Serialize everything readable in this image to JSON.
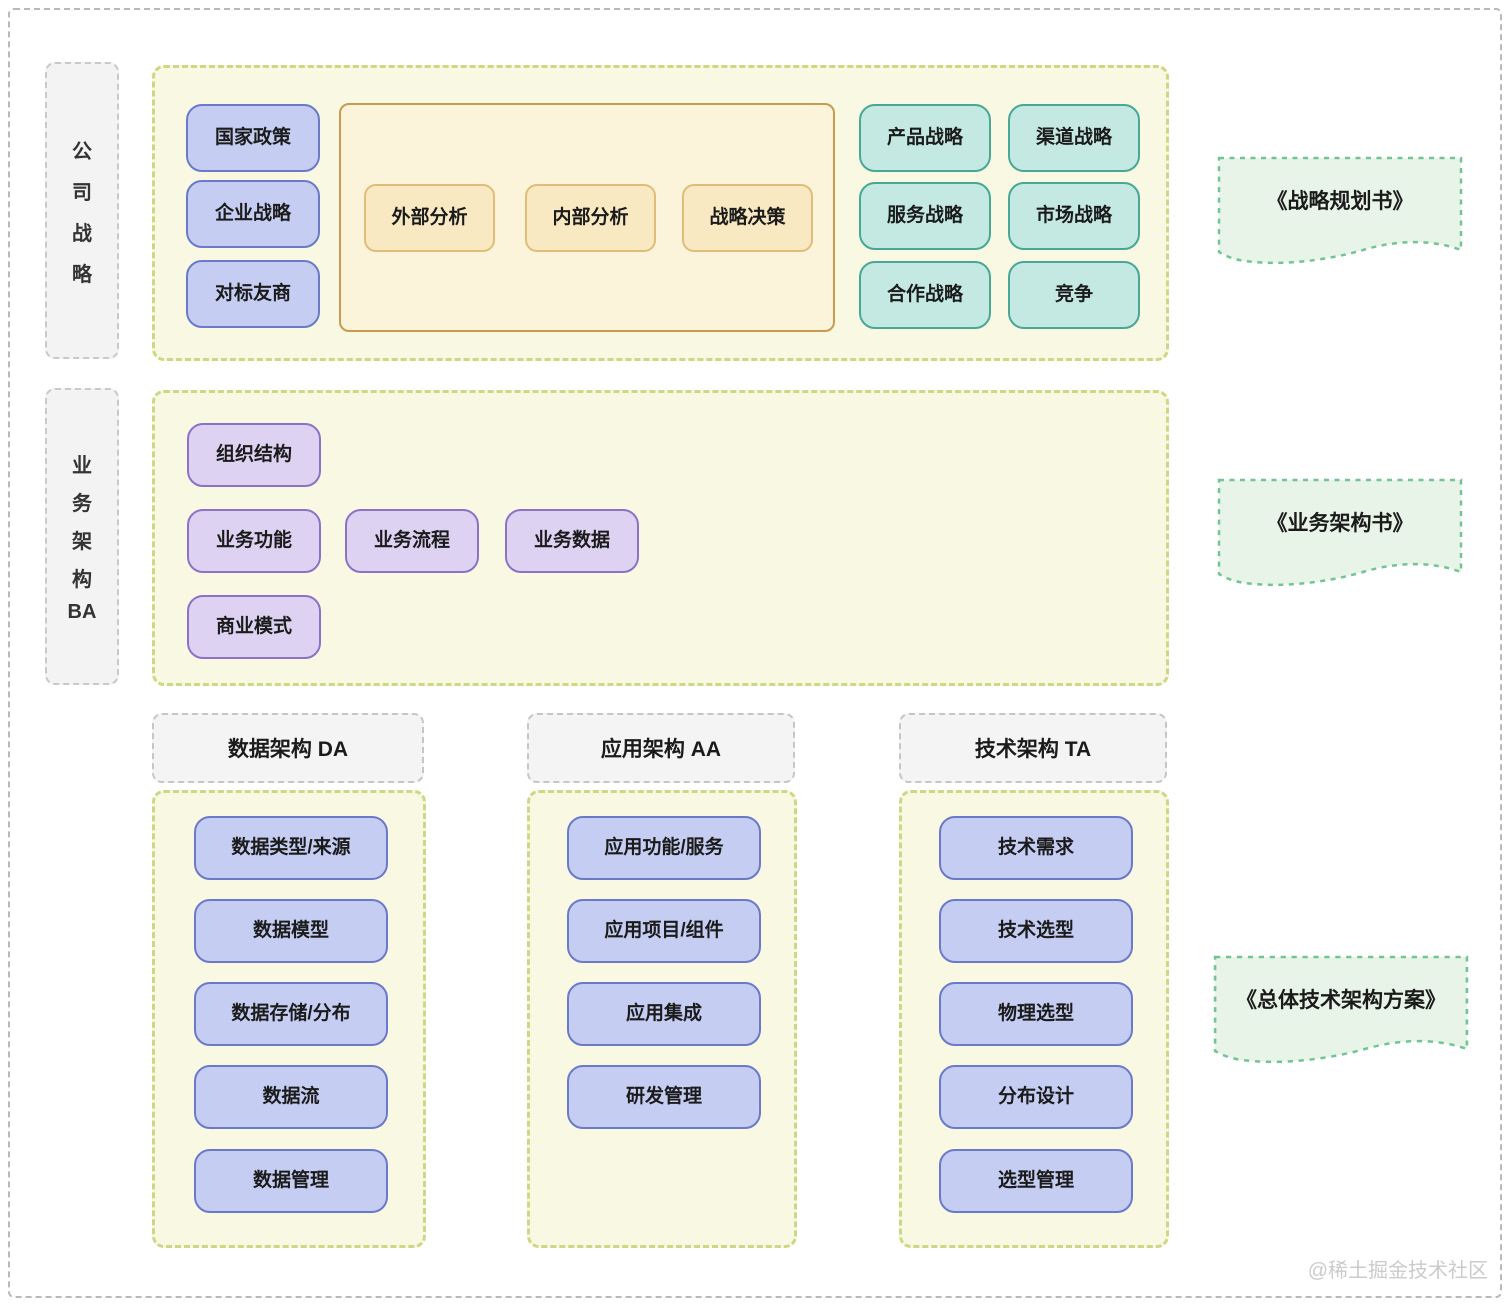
{
  "strategy": {
    "label_chars": [
      "公",
      "司",
      "战",
      "略"
    ],
    "inputs": [
      "国家政策",
      "企业战略",
      "对标友商"
    ],
    "analysis": [
      "外部分析",
      "内部分析",
      "战略决策"
    ],
    "outputs": [
      "产品战略",
      "渠道战略",
      "服务战略",
      "市场战略",
      "合作战略",
      "竞争"
    ]
  },
  "business": {
    "label_chars": [
      "业",
      "务",
      "架",
      "构",
      "BA"
    ],
    "items": [
      "组织结构",
      "业务功能",
      "业务流程",
      "业务数据",
      "商业模式"
    ]
  },
  "data_arch": {
    "header": "数据架构 DA",
    "items": [
      "数据类型/来源",
      "数据模型",
      "数据存储/分布",
      "数据流",
      "数据管理"
    ]
  },
  "app_arch": {
    "header": "应用架构 AA",
    "items": [
      "应用功能/服务",
      "应用项目/组件",
      "应用集成",
      "研发管理"
    ]
  },
  "tech_arch": {
    "header": "技术架构 TA",
    "items": [
      "技术需求",
      "技术选型",
      "物理选型",
      "分布设计",
      "选型管理"
    ]
  },
  "documents": {
    "strategy": "《战略规划书》",
    "business": "《业务架构书》",
    "tech": "《总体技术架构方案》"
  },
  "watermark": "@稀土掘金技术社区",
  "colors": {
    "section_fill": "#f8f8e3",
    "section_border": "#ccd884",
    "blue_fill": "#c5cdf2",
    "blue_border": "#6b79c9",
    "yellow_fill": "#f8e9c2",
    "yellow_border": "#dfbd77",
    "inner_fill": "#fbf4da",
    "inner_border": "#c79c51",
    "teal_fill": "#c3e9e2",
    "teal_border": "#48a795",
    "purple_fill": "#ded2f3",
    "purple_border": "#8b72c7",
    "doc_fill": "#e7f4e7",
    "doc_border": "#72c494",
    "header_fill": "#f4f4f4",
    "header_border": "#c6c6c6"
  }
}
